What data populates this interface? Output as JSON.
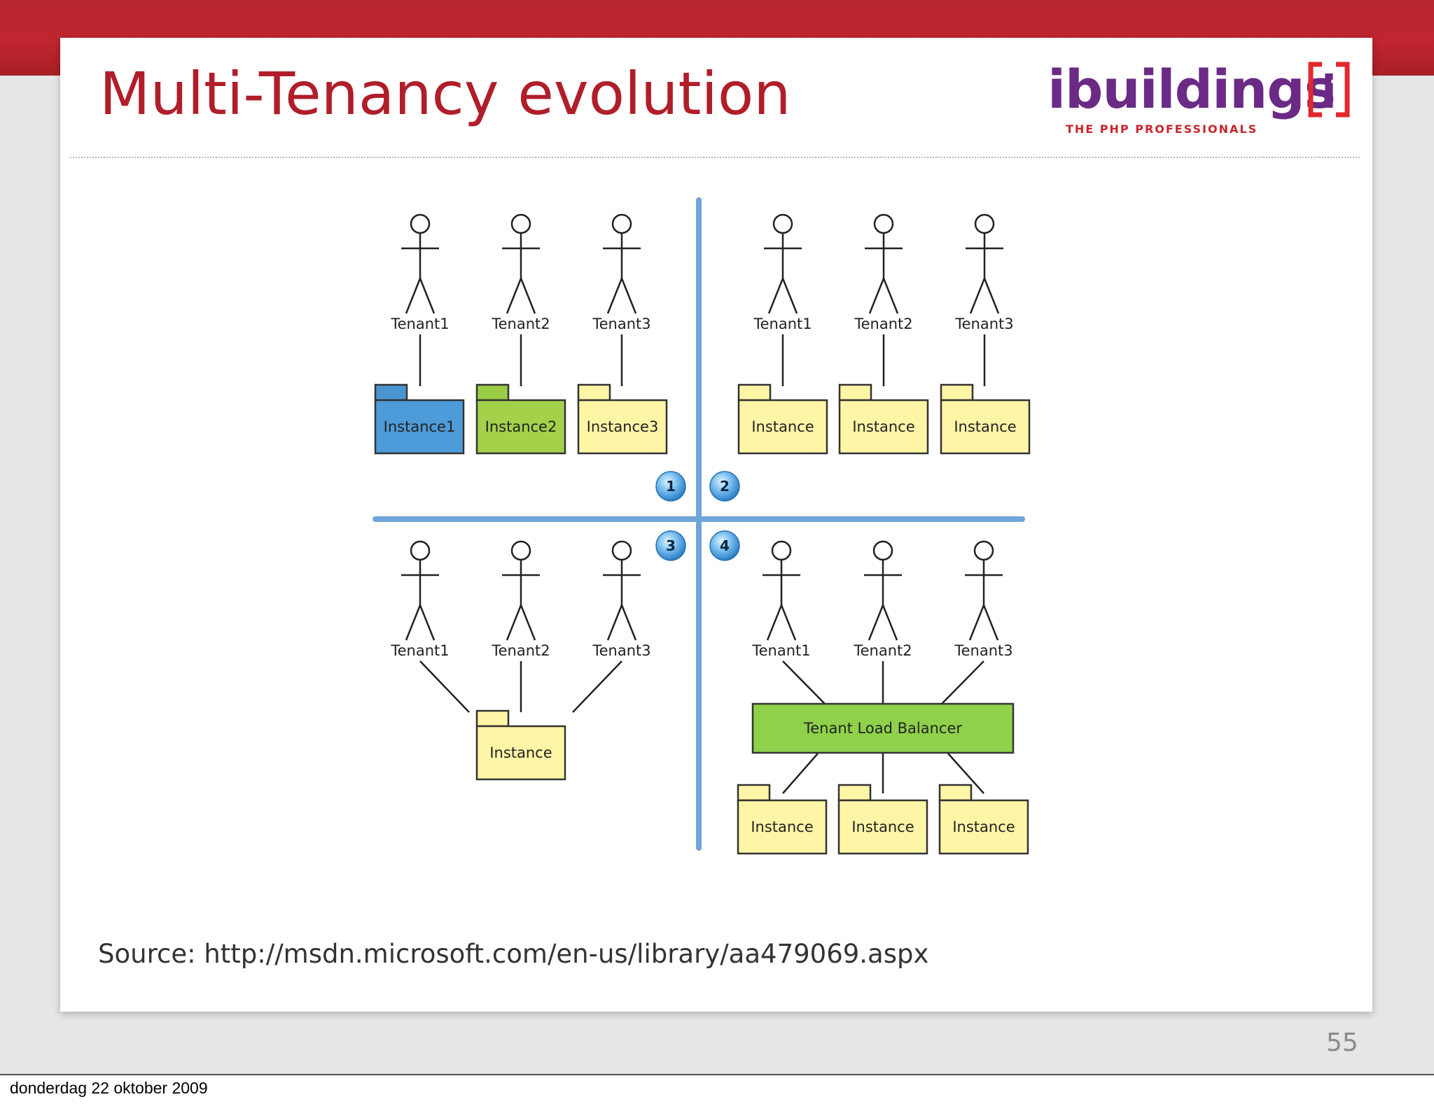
{
  "slide": {
    "title": "Multi-Tenancy evolution",
    "source": "Source: http://msdn.microsoft.com/en-us/library/aa479069.aspx",
    "page_number": "55"
  },
  "logo": {
    "name": "ibuildings",
    "mark": "i",
    "tagline": "THE PHP PROFESSIONALS"
  },
  "footer": {
    "date": "donderdag 22 oktober 2009"
  },
  "colors": {
    "title": "#b01e2a",
    "logo_purple": "#6a2a86",
    "logo_red": "#e2282c",
    "divider_lines": "#6fa5d8",
    "instance_blue": "#4d9bd8",
    "instance_green": "#a3d24a",
    "instance_yellow": "#fff5a6",
    "load_balancer": "#8fd14a"
  },
  "quadrants": [
    {
      "badge": "1",
      "tenants": [
        "Tenant1",
        "Tenant2",
        "Tenant3"
      ],
      "instances": [
        {
          "label": "Instance1",
          "color": "#4d9bd8",
          "tab_color": "#4a94d2"
        },
        {
          "label": "Instance2",
          "color": "#a3d24a",
          "tab_color": "#9bcc45"
        },
        {
          "label": "Instance3",
          "color": "#fff5a6",
          "tab_color": "#fff5a6"
        }
      ]
    },
    {
      "badge": "2",
      "tenants": [
        "Tenant1",
        "Tenant2",
        "Tenant3"
      ],
      "instances": [
        {
          "label": "Instance",
          "color": "#fff5a6",
          "tab_color": "#fff5a6"
        },
        {
          "label": "Instance",
          "color": "#fff5a6",
          "tab_color": "#fff5a6"
        },
        {
          "label": "Instance",
          "color": "#fff5a6",
          "tab_color": "#fff5a6"
        }
      ]
    },
    {
      "badge": "3",
      "tenants": [
        "Tenant1",
        "Tenant2",
        "Tenant3"
      ],
      "instances": [
        {
          "label": "Instance",
          "color": "#fff5a6",
          "tab_color": "#fff5a6"
        }
      ]
    },
    {
      "badge": "4",
      "tenants": [
        "Tenant1",
        "Tenant2",
        "Tenant3"
      ],
      "load_balancer": "Tenant Load Balancer",
      "instances": [
        {
          "label": "Instance",
          "color": "#fff5a6",
          "tab_color": "#fff5a6"
        },
        {
          "label": "Instance",
          "color": "#fff5a6",
          "tab_color": "#fff5a6"
        },
        {
          "label": "Instance",
          "color": "#fff5a6",
          "tab_color": "#fff5a6"
        }
      ]
    }
  ]
}
